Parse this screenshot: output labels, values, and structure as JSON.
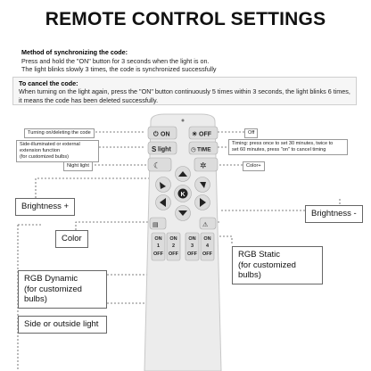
{
  "title": "REMOTE CONTROL SETTINGS",
  "sync": {
    "heading": "Method of synchronizing the code:",
    "line1": "Press and hold the \"ON\" button for 3 seconds when the light is on.",
    "line2": "The light blinks slowly 3 times, the code is synchronized successfully"
  },
  "cancel": {
    "heading": "To cancel the code:",
    "line1": "When turning on the light again, press the \"ON\" button continuously 5 times within 3 seconds, the light blinks 6 times,",
    "line2": "it means the code has been deleted successfully."
  },
  "labels": {
    "turn_on_delete": "Turning on/deleting the code",
    "side_line1": "Side-illuminated or external",
    "side_line2": "extension function",
    "side_line3": "(for customized bulbs)",
    "night_light": "Night light",
    "off": "Off",
    "timing_line1": "Timing: press once to set 30 minutes, twice to",
    "timing_line2": "set 60 minutes, press \"on\" to cancel timing",
    "color_plus": "Color+",
    "brightness_plus": "Brightness +",
    "brightness_minus": "Brightness -",
    "color": "Color",
    "rgb_static_line1": "RGB Static",
    "rgb_static_line2": "(for customized bulbs)",
    "rgb_dynamic_line1": "RGB Dynamic",
    "rgb_dynamic_line2": "(for customized bulbs)",
    "side_outside": "Side or outside light"
  },
  "remote": {
    "btn_on": "ON",
    "btn_off": "OFF",
    "btn_light": "light",
    "btn_time": "TIME",
    "btn_s": "S",
    "zones": [
      {
        "on": "ON",
        "num": "1",
        "off": "OFF"
      },
      {
        "on": "ON",
        "num": "2",
        "off": "OFF"
      },
      {
        "on": "ON",
        "num": "3",
        "off": "OFF"
      },
      {
        "on": "ON",
        "num": "4",
        "off": "OFF"
      }
    ]
  },
  "colors": {
    "remote_body": "#ececec",
    "button": "#dcdcdc",
    "dash": "#555555"
  }
}
